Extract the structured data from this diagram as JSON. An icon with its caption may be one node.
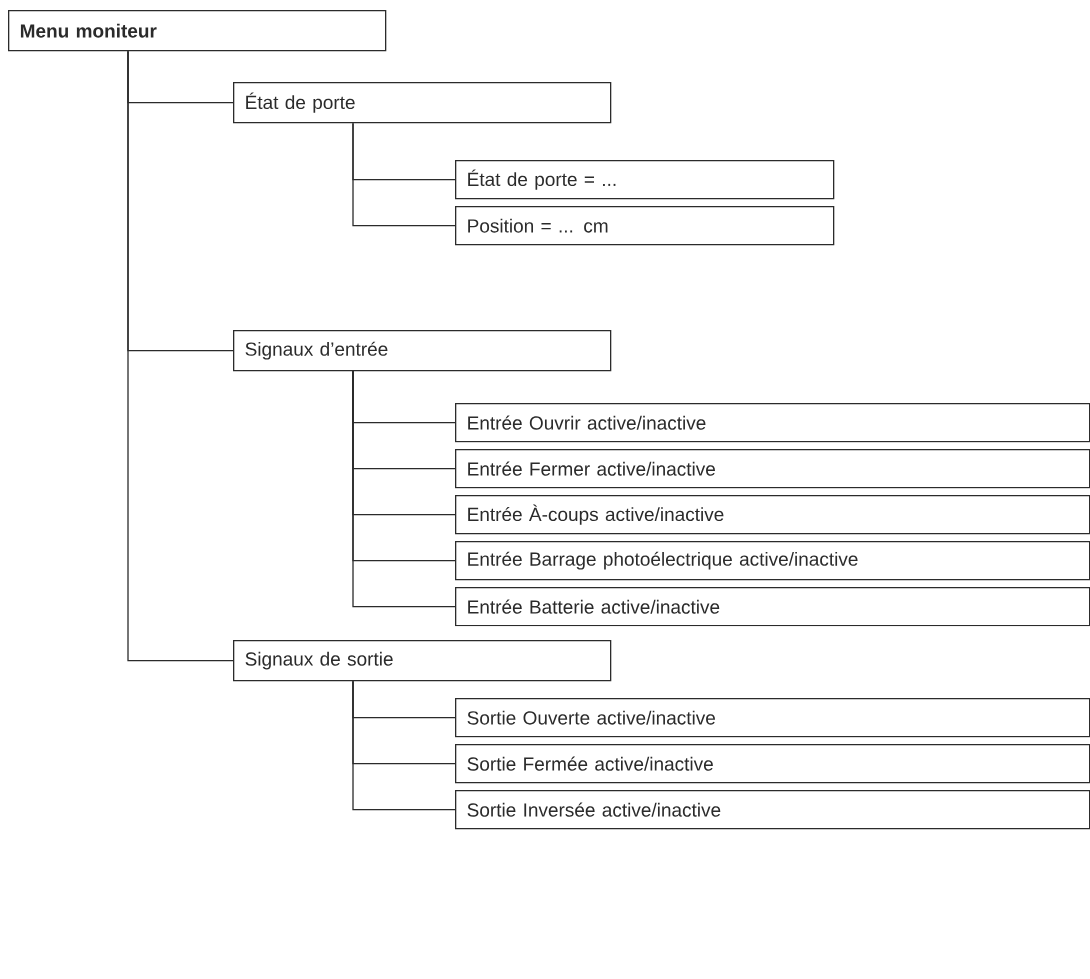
{
  "diagram": {
    "nodes": [
      {
        "text": [
          "Menu moniteur"
        ]
      },
      {
        "text": [
          "État de porte"
        ]
      },
      {
        "text": [
          "État de porte = ..."
        ]
      },
      {
        "text": [
          "Position = ... cm"
        ]
      },
      {
        "text": [
          "Signaux d’entrée"
        ]
      },
      {
        "text": [
          "Entrée Ouvrir active/inactive"
        ]
      },
      {
        "text": [
          "Entrée Fermer active/inactive"
        ]
      },
      {
        "text": [
          "Entrée À-coups active/inactive"
        ]
      },
      {
        "text": [
          "Entrée Barrage photoélectrique active/inactive"
        ]
      },
      {
        "text": [
          "Entrée Batterie active/inactive"
        ]
      },
      {
        "text": [
          "Signaux de sortie"
        ]
      },
      {
        "text": [
          "Sortie Ouverte active/inactive"
        ]
      },
      {
        "text": [
          "Sortie Fermée active/inactive"
        ]
      },
      {
        "text": [
          "Sortie Inversée active/inactive"
        ]
      }
    ],
    "edges": [
      {
        "from": 0,
        "to": 1,
        "arrow": "none"
      },
      {
        "from": 1,
        "to": 2,
        "arrow": "none"
      },
      {
        "from": 1,
        "to": 3,
        "arrow": "none"
      },
      {
        "from": 0,
        "to": 4,
        "arrow": "none"
      },
      {
        "from": 4,
        "to": 5,
        "arrow": "none"
      },
      {
        "from": 4,
        "to": 6,
        "arrow": "none"
      },
      {
        "from": 4,
        "to": 7,
        "arrow": "none"
      },
      {
        "from": 4,
        "to": 8,
        "arrow": "none"
      },
      {
        "from": 4,
        "to": 9,
        "arrow": "none"
      },
      {
        "from": 0,
        "to": 10,
        "arrow": "none"
      },
      {
        "from": 10,
        "to": 11,
        "arrow": "none"
      },
      {
        "from": 10,
        "to": 12,
        "arrow": "none"
      },
      {
        "from": 10,
        "to": 13,
        "arrow": "none"
      }
    ]
  }
}
